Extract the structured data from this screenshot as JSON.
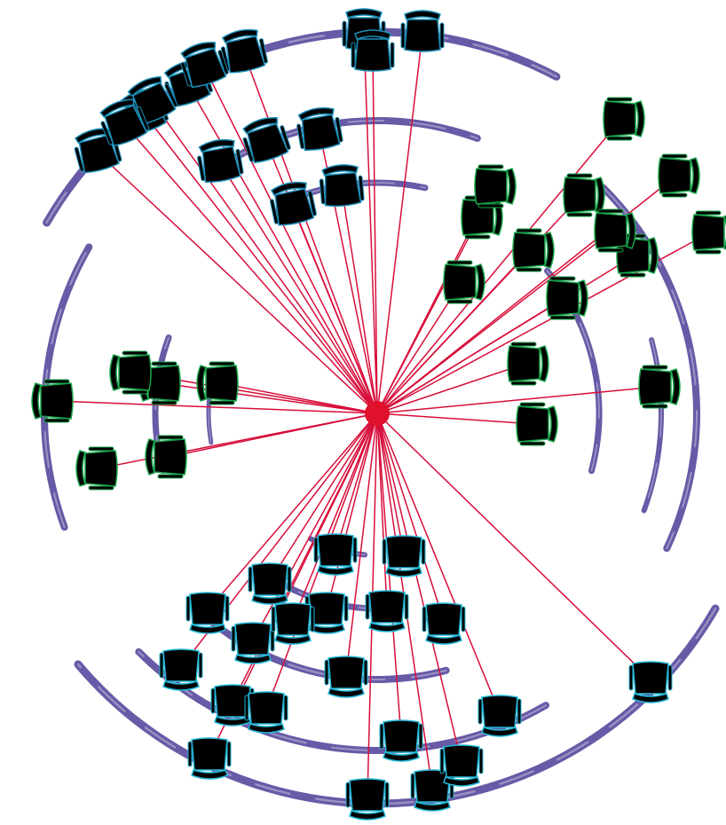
{
  "diagram": {
    "kind": "fan-graph",
    "hub": {
      "name": "hub-node",
      "color": "#e0112b"
    },
    "link_color": "#d80e3a",
    "arc_color": "#4e3d96",
    "chair_fill": "#000000",
    "cluster_colors": {
      "north": "#1b8fb8",
      "east": "#17a44a",
      "west": "#17a44a",
      "south": "#23b8d8"
    },
    "clusters": [
      {
        "name": "north",
        "facing": "up",
        "chairs": 15
      },
      {
        "name": "east",
        "facing": "right",
        "chairs": 14
      },
      {
        "name": "west",
        "facing": "left",
        "chairs": 6
      },
      {
        "name": "south",
        "facing": "down",
        "chairs": 20
      }
    ]
  }
}
